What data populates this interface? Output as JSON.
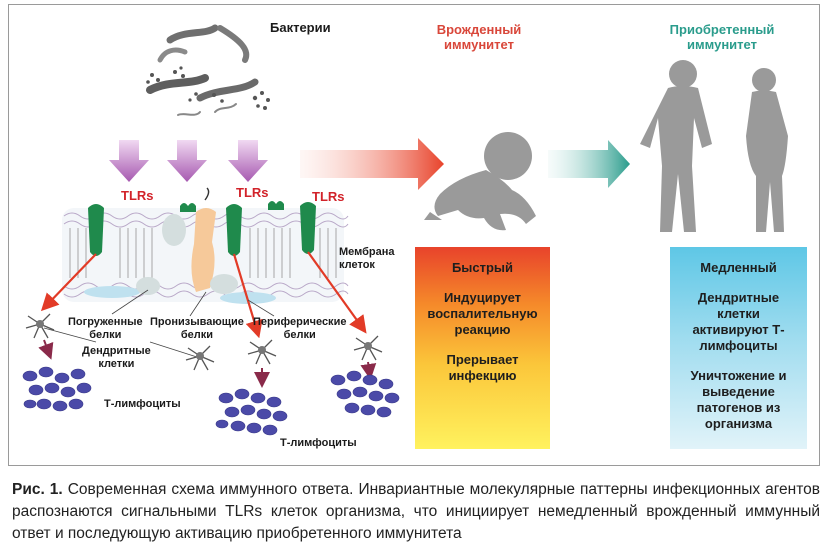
{
  "bacteria_label": "Бактерии",
  "innate": {
    "header_line1": "Врожденный",
    "header_line2": "иммунитет",
    "items": [
      "Быстрый",
      "Индуцирует воспалительную реакцию",
      "Прерывает инфекцию"
    ]
  },
  "adaptive": {
    "header_line1": "Приобретенный",
    "header_line2": "иммунитет",
    "items": [
      "Медленный",
      "Дендритные клетки активируют Т-лимфоциты",
      "Уничтожение и выведение патогенов из организма"
    ]
  },
  "tlr_label": "TLRs",
  "membrane_label_line1": "Мембрана",
  "membrane_label_line2": "клеток",
  "proteins": {
    "submerged_line1": "Погруженные",
    "submerged_line2": "белки",
    "penetrating_line1": "Пронизывающие",
    "penetrating_line2": "белки",
    "peripheral_line1": "Периферические",
    "peripheral_line2": "белки"
  },
  "dendritic_line1": "Дендритные",
  "dendritic_line2": "клетки",
  "tlymph_label": "Т-лимфоциты",
  "caption": {
    "prefix": "Рис. 1.",
    "text": "Современная схема иммунного ответа. Инвариантные молекулярные паттерны инфекционных агентов распознаются сигнальными TLRs клеток организма, что инициирует немедленный врожденный иммунный ответ и последующую активацию приобретенного иммунитета"
  },
  "colors": {
    "tlr_green": "#1f8a4c",
    "arrow_red": "#e23b27",
    "arrow_teal": "#2a9c8c",
    "purple_arrow": "#b06ab8",
    "lymphocyte": "#4b4aa8",
    "silhouette": "#9a9a9a"
  }
}
